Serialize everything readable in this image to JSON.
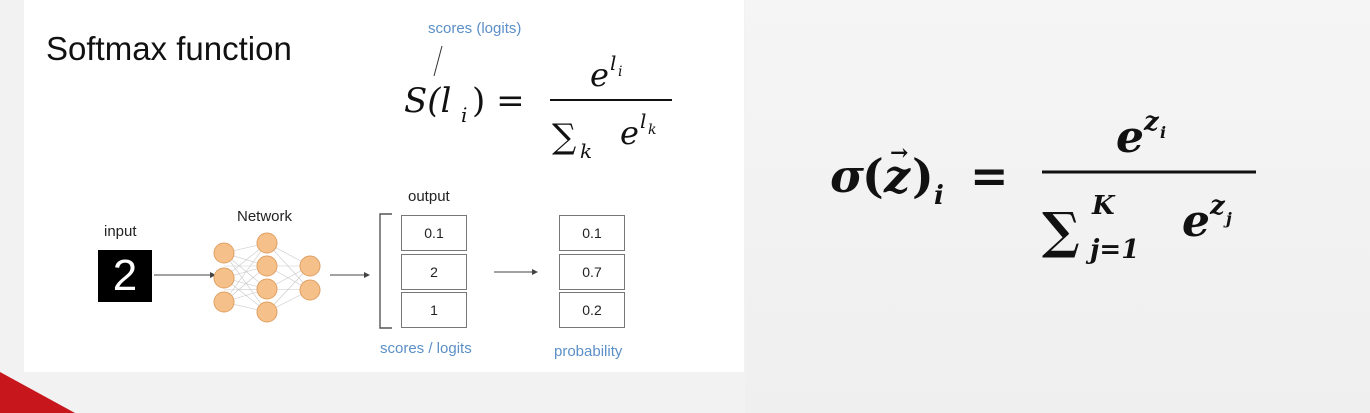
{
  "slide": {
    "title": "Softmax function",
    "annot_scores_logits_top": "scores (logits)",
    "input_label": "input",
    "network_label": "Network",
    "output_label": "output",
    "output_values": [
      "0.1",
      "2",
      "1"
    ],
    "probability_values": [
      "0.1",
      "0.7",
      "0.2"
    ],
    "scores_logits_caption": "scores / logits",
    "probability_caption": "probability",
    "digit": "2",
    "formula_left": {
      "lhs": "S(l",
      "lhs_sub": "i",
      "lhs_close": ") =",
      "num_base": "e",
      "num_sup": "l",
      "num_sup_sub": "i",
      "den_sum": "∑",
      "den_sum_sub": "k",
      "den_base": "e",
      "den_sup": "l",
      "den_sup_sub": "k"
    }
  },
  "formula_right": {
    "sigma": "σ",
    "vec": "z",
    "sub_i": "i",
    "equals": "=",
    "num_base": "e",
    "num_sup": "z",
    "num_sup_sub": "i",
    "sum": "∑",
    "sum_upper": "K",
    "sum_lower": "j=1",
    "den_base": "e",
    "den_sup": "z",
    "den_sup_sub": "j"
  },
  "colors": {
    "annotation_blue": "#5b8fc7",
    "neuron_fill": "#f6c08a",
    "neuron_stroke": "#e0a062",
    "corner_red": "#c8161d"
  }
}
